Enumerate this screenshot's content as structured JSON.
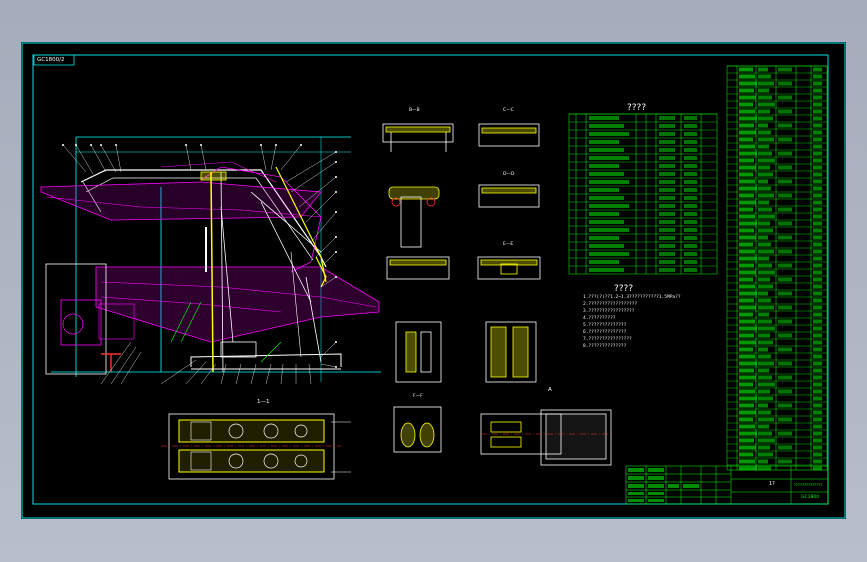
{
  "title_tag": "GC1800/2",
  "table_heading": "????",
  "notes_heading": "????",
  "notes": [
    "1.???(?)??1.2~1.3???????????1.5MPa??",
    "2.??????????????????",
    "3.?????????????????",
    "4.??????????",
    "5.??????????????",
    "6.??????????????",
    "7.????????????????",
    "8.??????????????"
  ],
  "section_labels": {
    "section_1": "1—1",
    "section_a": "A",
    "section_b": "B—B",
    "section_c": "C—C",
    "section_d": "D—D",
    "section_e": "E—E",
    "section_f": "F—F"
  },
  "title_block": {
    "sheet_no": "1?",
    "drawing_name": "??????????????",
    "drawing_code": "GC1800"
  },
  "colors": {
    "page_bg": "#a9b0bf",
    "sheet": "#000000",
    "frame": "#00e0e0",
    "magenta": "#ff00ff",
    "cyan": "#00ffff",
    "yellow": "#ffff00",
    "green": "#00ff00",
    "white": "#ffffff",
    "red": "#ff3030"
  }
}
